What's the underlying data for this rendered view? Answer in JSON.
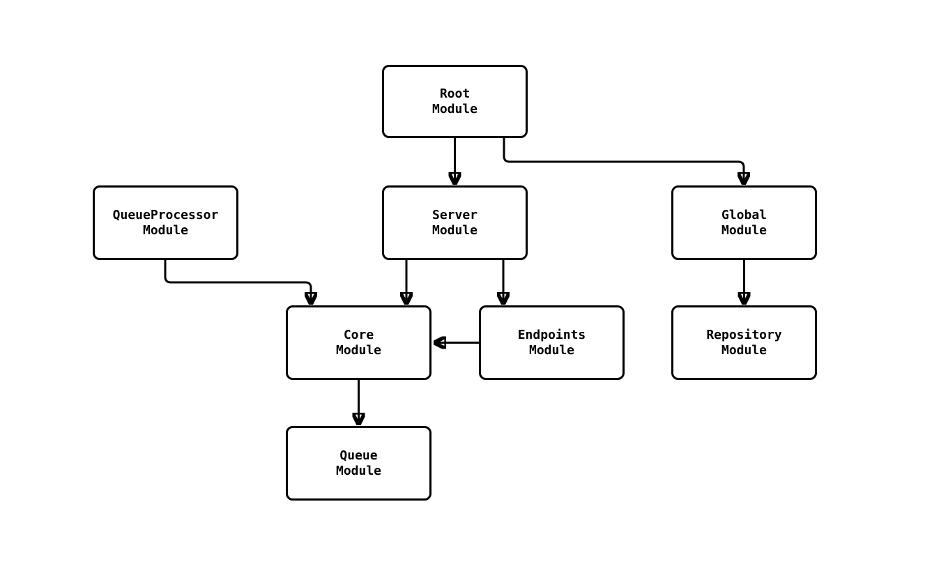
{
  "diagram": {
    "type": "module-dependency-graph",
    "background_color": "#ffffff",
    "node_fill_color": "#ffffff",
    "node_border_color": "#000000",
    "edge_color": "#000000",
    "text_color": "#000000",
    "nodes": {
      "root": {
        "line1": "Root",
        "line2": "Module"
      },
      "queueprocessor": {
        "line1": "QueueProcessor",
        "line2": "Module"
      },
      "server": {
        "line1": "Server",
        "line2": "Module"
      },
      "global": {
        "line1": "Global",
        "line2": "Module"
      },
      "core": {
        "line1": "Core",
        "line2": "Module"
      },
      "endpoints": {
        "line1": "Endpoints",
        "line2": "Module"
      },
      "repository": {
        "line1": "Repository",
        "line2": "Module"
      },
      "queue": {
        "line1": "Queue",
        "line2": "Module"
      }
    },
    "edges": [
      {
        "from": "Root Module",
        "to": "Server Module"
      },
      {
        "from": "Root Module",
        "to": "Global Module"
      },
      {
        "from": "QueueProcessor Module",
        "to": "Core Module"
      },
      {
        "from": "Server Module",
        "to": "Core Module"
      },
      {
        "from": "Server Module",
        "to": "Endpoints Module"
      },
      {
        "from": "Endpoints Module",
        "to": "Core Module"
      },
      {
        "from": "Global Module",
        "to": "Repository Module"
      },
      {
        "from": "Core Module",
        "to": "Queue Module"
      }
    ]
  }
}
